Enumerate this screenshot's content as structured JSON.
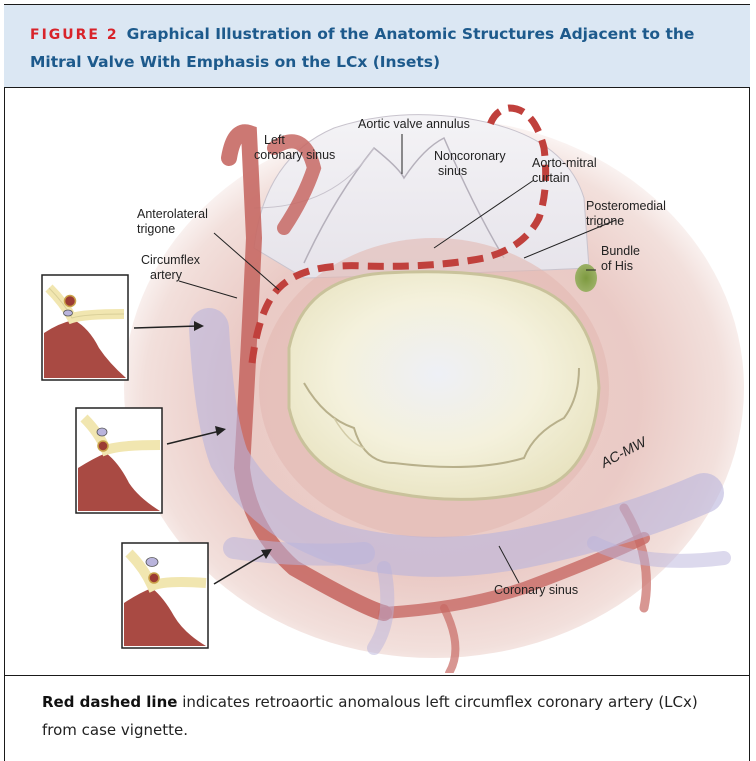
{
  "figure": {
    "label": "FIGURE 2",
    "title": "Graphical Illustration of the Anatomic Structures Adjacent to the Mitral Valve With Emphasis on the LCx (Insets)"
  },
  "labels": {
    "aortic_valve_annulus": "Aortic valve annulus",
    "left_coronary_sinus_1": "Left",
    "left_coronary_sinus_2": "coronary sinus",
    "noncoronary_sinus_1": "Noncoronary",
    "noncoronary_sinus_2": "sinus",
    "aorto_mitral_curtain_1": "Aorto-mitral",
    "aorto_mitral_curtain_2": "curtain",
    "anterolateral_trigone_1": "Anterolateral",
    "anterolateral_trigone_2": "trigone",
    "posteromedial_trigone_1": "Posteromedial",
    "posteromedial_trigone_2": "trigone",
    "circumflex_artery_1": "Circumflex",
    "circumflex_artery_2": "artery",
    "bundle_of_his_1": "Bundle",
    "bundle_of_his_2": "of His",
    "coronary_sinus": "Coronary sinus",
    "signature": "AC-MW"
  },
  "caption": {
    "bold": "Red dashed line",
    "text": " indicates retroaortic anomalous left circumflex coronary artery (LCx) from case vignette."
  },
  "colors": {
    "header_bg": "#dbe7f3",
    "title_blue": "#1d5a8c",
    "figure_red": "#d8232a",
    "artery_red": "#c0403c",
    "sinus_purple": "#b9b4dc"
  }
}
